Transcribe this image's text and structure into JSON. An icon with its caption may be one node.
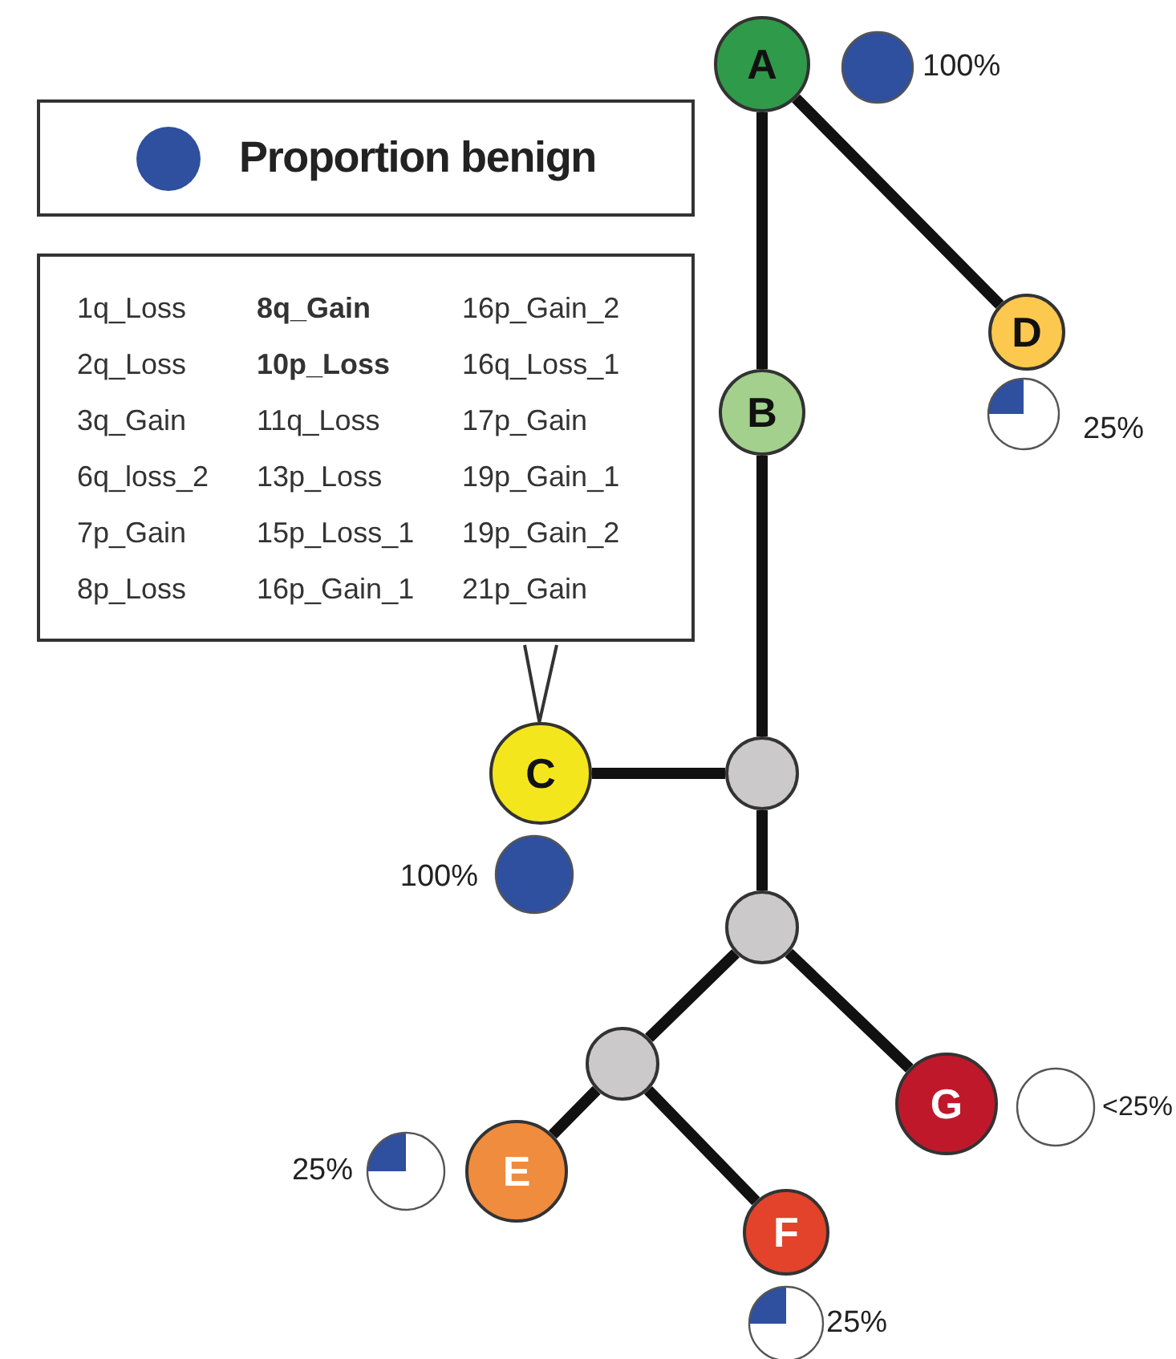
{
  "diagram": {
    "nodes": [
      {
        "text": [
          "A"
        ],
        "beside": [
          "100%"
        ]
      },
      {
        "text": [
          "1q_Loss",
          "**8q_Gain**",
          "16p_Gain_2",
          "2q_Loss",
          "**10p_Loss**",
          "16q_Loss_1",
          "3q_Gain",
          "11q_Loss",
          "17p_Gain",
          "6q_loss_2",
          "13p_Loss",
          "19p_Gain_1",
          "7p_Gain",
          "15p_Loss_1",
          "19p_Gain_2",
          "8p_Loss",
          "16p_Gain_1",
          "21p_Gain"
        ]
      },
      {
        "text": [
          "D"
        ],
        "beside": [
          "25%"
        ]
      },
      {
        "text": [
          "B"
        ]
      },
      {
        "text": [
          "C"
        ],
        "beside": [
          "100%"
        ]
      },
      {
        "text": [],
        "shape": "circle"
      },
      {
        "text": [],
        "shape": "circle"
      },
      {
        "text": [],
        "shape": "circle"
      },
      {
        "text": [
          "G"
        ],
        "beside": [
          "<25%"
        ]
      },
      {
        "text": [
          "E"
        ],
        "beside": [
          "25%"
        ]
      },
      {
        "text": [
          "F"
        ],
        "beside": [
          "25%"
        ]
      }
    ],
    "edges": [
      {
        "from": 0,
        "to": 3,
        "arrow": "none"
      },
      {
        "from": 0,
        "to": 2,
        "arrow": "none"
      },
      {
        "from": 3,
        "to": 5,
        "arrow": "none"
      },
      {
        "from": 5,
        "to": 4,
        "arrow": "none"
      },
      {
        "from": 5,
        "to": 6,
        "arrow": "none"
      },
      {
        "from": 6,
        "to": 7,
        "arrow": "none"
      },
      {
        "from": 6,
        "to": 8,
        "arrow": "none"
      },
      {
        "from": 7,
        "to": 9,
        "arrow": "none"
      },
      {
        "from": 7,
        "to": 10,
        "arrow": "none"
      },
      {
        "from": 1,
        "to": 4,
        "arrow": "none"
      }
    ],
    "legend": [
      {
        "text": "Proportion benign",
        "color": "#2f4f9f"
      }
    ]
  }
}
